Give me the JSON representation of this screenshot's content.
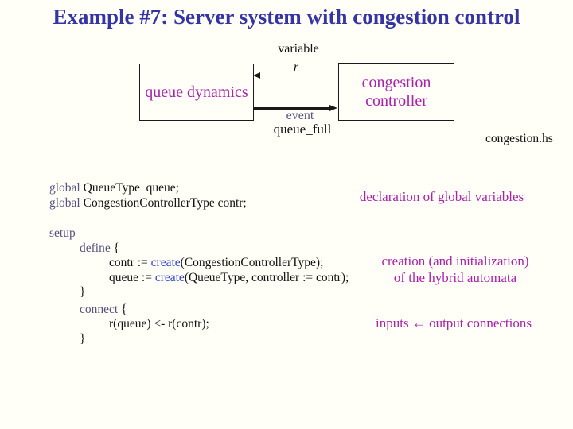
{
  "title": "Example #7: Server system with congestion control",
  "diagram": {
    "left_box_label": "queue dynamics",
    "right_box_label": "congestion controller",
    "top_arrow_label": "variable",
    "top_arrow_symbol": "r",
    "bottom_arrow_label": "event",
    "bottom_arrow_sublabel": "queue_full"
  },
  "filename": "congestion.hs",
  "code": {
    "lines": [
      {
        "indent": 0,
        "gap_before": 0,
        "segments": [
          {
            "type": "kw",
            "text": "global"
          },
          {
            "type": "plain",
            "text": " QueueType  queue;"
          }
        ]
      },
      {
        "indent": 0,
        "gap_before": 0,
        "segments": [
          {
            "type": "kw",
            "text": "global"
          },
          {
            "type": "plain",
            "text": " CongestionControllerType contr;"
          }
        ]
      },
      {
        "indent": 0,
        "gap_before": 20,
        "segments": [
          {
            "type": "kw",
            "text": "setup"
          }
        ]
      },
      {
        "indent": 1,
        "gap_before": 0,
        "segments": [
          {
            "type": "kw",
            "text": "define"
          },
          {
            "type": "plain",
            "text": " {"
          }
        ]
      },
      {
        "indent": 2,
        "gap_before": 0,
        "segments": [
          {
            "type": "plain",
            "text": "contr := "
          },
          {
            "type": "fn",
            "text": "create"
          },
          {
            "type": "plain",
            "text": "(CongestionControllerType);"
          }
        ]
      },
      {
        "indent": 2,
        "gap_before": 0,
        "segments": [
          {
            "type": "plain",
            "text": "queue := "
          },
          {
            "type": "fn",
            "text": "create"
          },
          {
            "type": "plain",
            "text": "(QueueType, controller := contr);"
          }
        ]
      },
      {
        "indent": 1,
        "gap_before": 0,
        "segments": [
          {
            "type": "plain",
            "text": "}"
          }
        ]
      },
      {
        "indent": 1,
        "gap_before": 3,
        "segments": [
          {
            "type": "kw",
            "text": "connect"
          },
          {
            "type": "plain",
            "text": " {"
          }
        ]
      },
      {
        "indent": 2,
        "gap_before": 0,
        "segments": [
          {
            "type": "plain",
            "text": "r(queue) <- r(contr);"
          }
        ]
      },
      {
        "indent": 1,
        "gap_before": 0,
        "segments": [
          {
            "type": "plain",
            "text": "}"
          }
        ]
      }
    ]
  },
  "annotations": [
    "declaration of global variables",
    "creation (and initialization)\nof the hybrid automata",
    "inputs ← output connections"
  ],
  "colors": {
    "background": "#fffef7",
    "title_blue": "#3434a4",
    "magenta": "#aa22aa",
    "keyword_slate": "#54547e",
    "create_blue": "#3344cc",
    "line_black": "#1a1a1a"
  }
}
